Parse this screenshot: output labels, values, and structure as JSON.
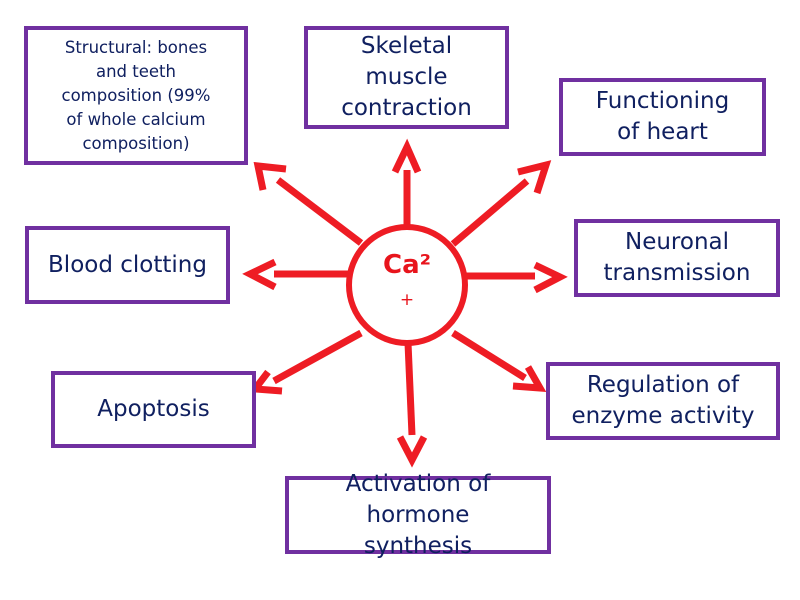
{
  "center": {
    "label": "Ca²",
    "charge": "+"
  },
  "colors": {
    "arrow": "#ee1c24",
    "border": "#7030a0",
    "text": "#102060"
  },
  "boxes": {
    "structural": "Structural: bones\nand teeth\ncomposition (99%\nof whole calcium\ncomposition)",
    "skeletal": "Skeletal\nmuscle\ncontraction",
    "heart": "Functioning\nof heart",
    "clotting": "Blood clotting",
    "neuronal": "Neuronal\ntransmission",
    "apoptosis": "Apoptosis",
    "enzyme": "Regulation of\nenzyme activity",
    "hormone": "Activation of\nhormone\nsynthesis"
  }
}
